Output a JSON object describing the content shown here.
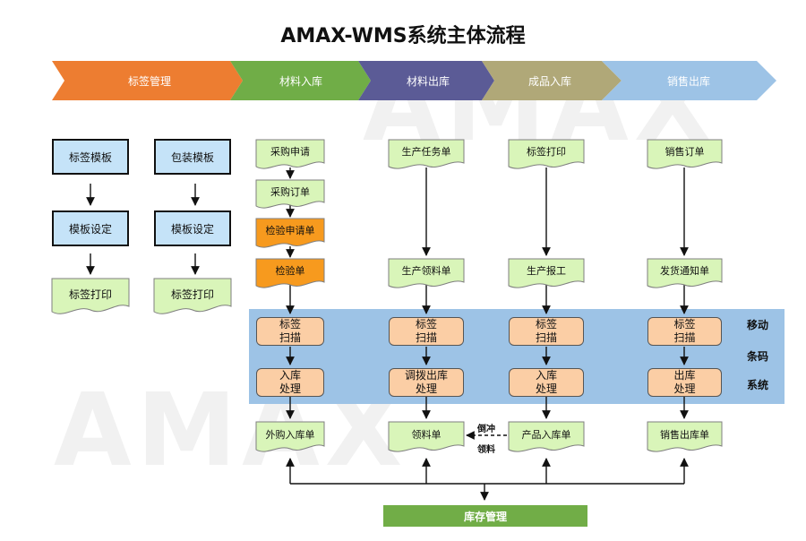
{
  "title": "AMAX-WMS系统主体流程",
  "watermark": "AMAX",
  "phases": [
    {
      "label": "标签管理",
      "color": "#ed7d31"
    },
    {
      "label": "材料入库",
      "color": "#70ad47"
    },
    {
      "label": "材料出库",
      "color": "#5b5b96"
    },
    {
      "label": "成品入库",
      "color": "#b0a878"
    },
    {
      "label": "销售出库",
      "color": "#9dc3e6"
    }
  ],
  "label_mgmt": {
    "col1": {
      "template": "标签模板",
      "setting": "模板设定",
      "print": "标签打印"
    },
    "col2": {
      "template": "包装模板",
      "setting": "模板设定",
      "print": "标签打印"
    }
  },
  "material_in": {
    "steps": [
      "采购申请",
      "采购订单",
      "检验申请单",
      "检验单"
    ],
    "scan": "标签\n扫描",
    "process": "入库\n处理",
    "doc": "外购入库单"
  },
  "material_out": {
    "steps": [
      "生产任务单",
      "生产领料单"
    ],
    "scan": "标签\n扫描",
    "process": "调拨出库\n处理",
    "doc": "领料单"
  },
  "product_in": {
    "steps": [
      "标签打印",
      "生产报工"
    ],
    "scan": "标签\n扫描",
    "process": "入库\n处理",
    "doc": "产品入库单"
  },
  "sales_out": {
    "steps": [
      "销售订单",
      "发货通知单"
    ],
    "scan": "标签\n扫描",
    "process": "出库\n处理",
    "doc": "销售出库单"
  },
  "mobile_system": {
    "line1": "移动",
    "line2": "条码",
    "line3": "系统",
    "band_color": "#9dc3e6"
  },
  "reverse_flow": {
    "line1": "倒冲",
    "line2": "领料"
  },
  "inventory": "库存管理"
}
